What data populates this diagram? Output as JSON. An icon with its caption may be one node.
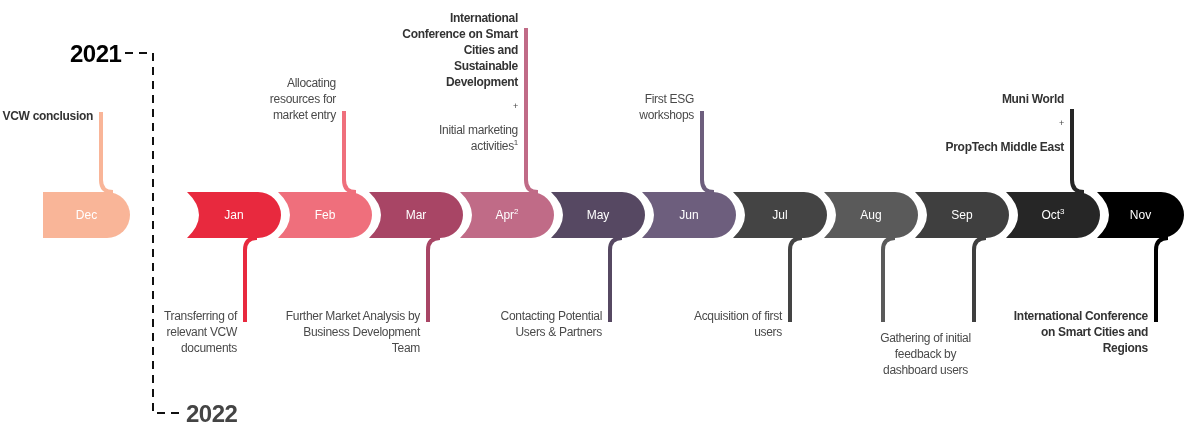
{
  "diagram": {
    "nodes": [
      {
        "text": [
          "International Conference on Smart Cities and Sustainable Development",
          "+",
          "Initial marketing activities$^{1}$"
        ]
      },
      {
        "text": [
          "Allocating resources for market entry"
        ]
      },
      {
        "text": [
          "VCW conclusion"
        ]
      },
      {
        "text": [
          "First ESG workshops"
        ]
      },
      {
        "text": [
          "Muni World",
          "+",
          "PropTech Middle East"
        ]
      },
      {
        "text": [
          "Dec"
        ]
      },
      {
        "text": [
          "Jan"
        ]
      },
      {
        "text": [
          "Feb"
        ]
      },
      {
        "text": [
          "Mar"
        ]
      },
      {
        "text": [
          "Apr$^{2}$"
        ]
      },
      {
        "text": [
          "May"
        ]
      },
      {
        "text": [
          "Jun"
        ]
      },
      {
        "text": [
          "Jul"
        ]
      },
      {
        "text": [
          "Aug"
        ]
      },
      {
        "text": [
          "Sep"
        ]
      },
      {
        "text": [
          "Oct$^{3}$"
        ]
      },
      {
        "text": [
          "Nov"
        ]
      },
      {
        "text": [
          "Transferring of relevant VCW documents"
        ]
      },
      {
        "text": [
          "Further Market Analysis by Business Development Team"
        ]
      },
      {
        "text": [
          "Contacting Potential Users & Partners"
        ]
      },
      {
        "text": [
          "Acquisition of first users"
        ]
      },
      {
        "text": [
          "Gathering of initial feedback by dashboard users"
        ]
      },
      {
        "text": [
          "International Conference on Smart Cities and Regions"
        ]
      }
    ],
    "edges": [
      {
        "from": 2,
        "to": 5,
        "arrow": "none",
        "color": "#f9b598"
      },
      {
        "from": 1,
        "to": 7,
        "arrow": "none",
        "color": "#ef6f7c"
      },
      {
        "from": 0,
        "to": 9,
        "arrow": "none",
        "color": "#c06b87"
      },
      {
        "from": 3,
        "to": 11,
        "arrow": "none",
        "color": "#6d5e7d"
      },
      {
        "from": 4,
        "to": 15,
        "arrow": "none",
        "color": "#262626"
      },
      {
        "from": 17,
        "to": 6,
        "arrow": "none",
        "color": "#e8293e"
      },
      {
        "from": 18,
        "to": 8,
        "arrow": "none",
        "color": "#a84565"
      },
      {
        "from": 19,
        "to": 10,
        "arrow": "none",
        "color": "#564862"
      },
      {
        "from": 20,
        "to": 12,
        "arrow": "none",
        "color": "#444444"
      },
      {
        "from": 21,
        "to": 13,
        "arrow": "none",
        "color": "#5a5a5a"
      },
      {
        "from": 21,
        "to": 14,
        "arrow": "none",
        "color": "#3f3f3f"
      },
      {
        "from": 22,
        "to": 16,
        "arrow": "none",
        "color": "#000000"
      }
    ],
    "labels": [
      "2021",
      "2022"
    ]
  }
}
